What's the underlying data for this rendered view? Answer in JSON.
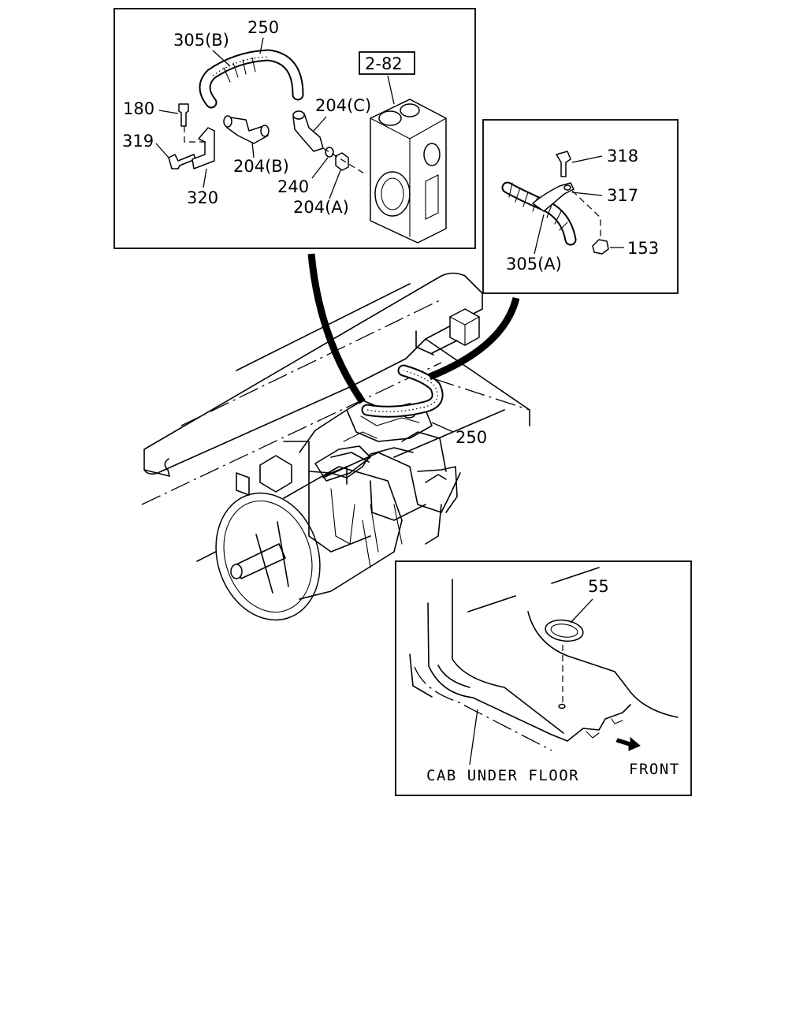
{
  "callouts": {
    "c250_top": "250",
    "c305b": "305(B)",
    "c2_82": "2-82",
    "c180": "180",
    "c204c": "204(C)",
    "c319": "319",
    "c204b": "204(B)",
    "c240": "240",
    "c320": "320",
    "c204a": "204(A)",
    "c318": "318",
    "c317": "317",
    "c305a": "305(A)",
    "c153": "153",
    "c250_main": "250",
    "c55": "55"
  },
  "captions": {
    "cab_under_floor": "CAB UNDER FLOOR",
    "front": "FRONT"
  },
  "colors": {
    "ink": "#000000",
    "paper": "#ffffff"
  }
}
